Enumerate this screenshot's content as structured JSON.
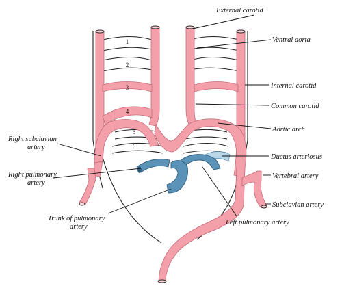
{
  "figure": {
    "colors": {
      "artery": "#f4a0ab",
      "artery_edge": "#c46a77",
      "pulmonary": "#5b93b8",
      "pulmonary_dark": "#2f5f80",
      "ductus": "#b9d9ea",
      "ink": "#111111"
    },
    "arch_numbers": [
      "1",
      "2",
      "3",
      "4",
      "5",
      "6"
    ],
    "labels": {
      "external_carotid": "External carotid",
      "ventral_aorta": "Ventral aorta",
      "internal_carotid": "Internal carotid",
      "common_carotid": "Common carotid",
      "aortic_arch": "Aortic arch",
      "ductus_arteriosus": "Ductus arteriosus",
      "vertebral_artery": "Vertebral artery",
      "subclavian_artery": "Subclavian artery",
      "left_pulmonary_artery": "Left pulmonary artery",
      "trunk_of_pulmonary_artery_line1": "Trunk of pulmonary",
      "trunk_of_pulmonary_artery_line2": "artery",
      "right_subclavian_artery_line1": "Right subclavian",
      "right_subclavian_artery_line2": "artery",
      "right_pulmonary_artery_line1": "Right pulmonary",
      "right_pulmonary_artery_line2": "artery"
    }
  }
}
